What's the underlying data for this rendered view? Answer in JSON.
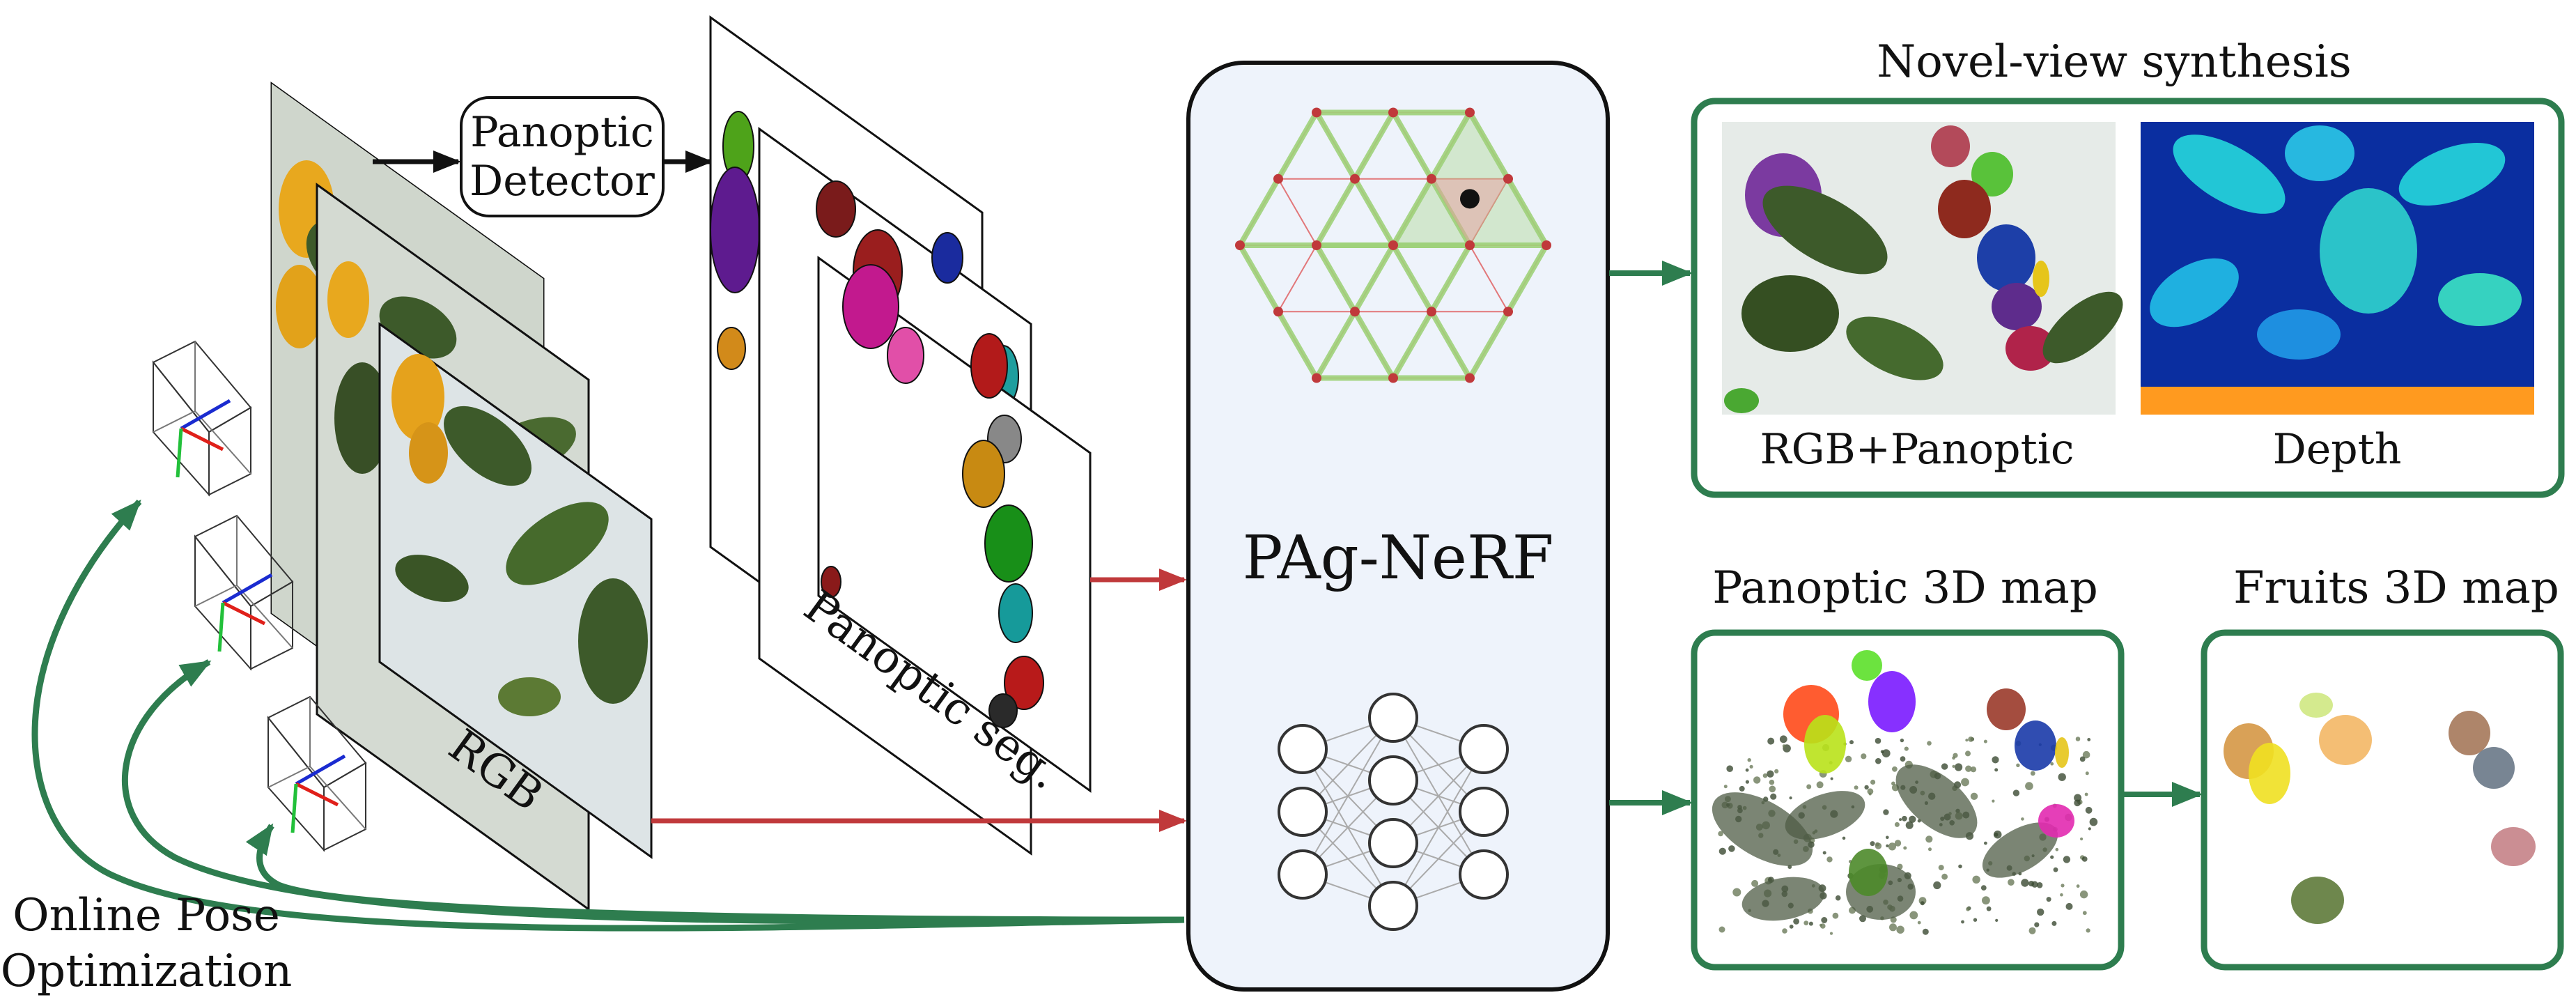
{
  "labels": {
    "detector_line1": "Panoptic",
    "detector_line2": "Detector",
    "rgb": "RGB",
    "panoptic_seg": "Panoptic seg.",
    "model": "PAg-NeRF",
    "novel_view": "Novel-view synthesis",
    "rgb_panoptic": "RGB+Panoptic",
    "depth": "Depth",
    "panoptic_map": "Panoptic 3D map",
    "fruits_map": "Fruits 3D map",
    "pose_line1": "Online Pose",
    "pose_line2": "Optimization"
  },
  "colors": {
    "green": "#2e7d4f",
    "red": "#c0393b",
    "black": "#111111",
    "model_fill": "#eef3fb",
    "hash_green": "#9fd27a",
    "leaf": "#3d5a2a",
    "sky": "#e6ebe8",
    "depth_bg": "#0a2ea0",
    "depth_leaf": "#22c6d6",
    "depth_floor": "#ff9a1f"
  },
  "icons": {
    "hash_grid": "hash-grid-icon",
    "network": "neural-network-icon",
    "camera": "camera-frustum-icon"
  }
}
